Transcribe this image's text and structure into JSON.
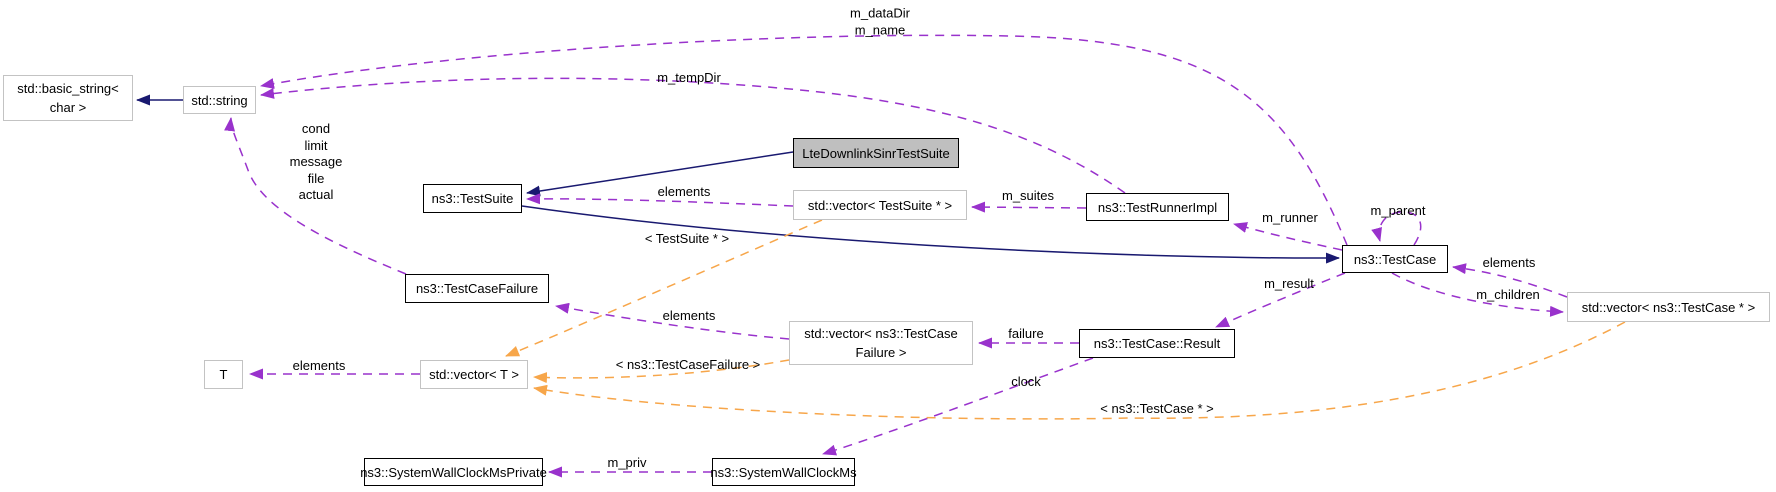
{
  "diagram": {
    "type": "doxygen-collaboration-graph",
    "background": "#ffffff",
    "colors": {
      "inheritance": "#191970",
      "usage": "#9932cc",
      "template": "#f7a64a",
      "documented_border": "#000000",
      "external_border": "#c3c3c3",
      "main_node_fill": "#bfbfbf"
    }
  },
  "nodes": {
    "basic_string": {
      "lines": [
        "std::basic_string<",
        "char >"
      ]
    },
    "string": {
      "lines": [
        "std::string"
      ]
    },
    "lte_main": {
      "lines": [
        "LteDownlinkSinrTestSuite"
      ]
    },
    "testsuite": {
      "lines": [
        "ns3::TestSuite"
      ]
    },
    "vector_testsuite": {
      "lines": [
        "std::vector< TestSuite * >"
      ]
    },
    "runner": {
      "lines": [
        "ns3::TestRunnerImpl"
      ]
    },
    "testcase": {
      "lines": [
        "ns3::TestCase"
      ]
    },
    "vector_testcase": {
      "lines": [
        "std::vector< ns3::TestCase * >"
      ]
    },
    "testcasefailure": {
      "lines": [
        "ns3::TestCaseFailure"
      ]
    },
    "vector_tcf": {
      "lines": [
        "std::vector< ns3::TestCase",
        "Failure >"
      ]
    },
    "result": {
      "lines": [
        "ns3::TestCase::Result"
      ]
    },
    "t": {
      "lines": [
        "T"
      ]
    },
    "vector_t": {
      "lines": [
        "std::vector< T >"
      ]
    },
    "swc_private": {
      "lines": [
        "ns3::SystemWallClockMsPrivate"
      ]
    },
    "swc": {
      "lines": [
        "ns3::SystemWallClockMs"
      ]
    }
  },
  "labels": {
    "m_dataDir": "m_dataDir",
    "m_name": "m_name",
    "m_tempDir": "m_tempDir",
    "cond": "cond",
    "limit": "limit",
    "message": "message",
    "file": "file",
    "actual": "actual",
    "elements_testsuite": "elements",
    "m_suites": "m_suites",
    "tmpl_testsuite": "< TestSuite * >",
    "m_runner": "m_runner",
    "m_parent": "m_parent",
    "elements_testcase": "elements",
    "m_children": "m_children",
    "m_result": "m_result",
    "failure": "failure",
    "clock": "clock",
    "elements_tcf": "elements",
    "tmpl_tcf": "< ns3::TestCaseFailure >",
    "elements_t": "elements",
    "tmpl_testcase": "< ns3::TestCase * >",
    "m_priv": "m_priv"
  }
}
